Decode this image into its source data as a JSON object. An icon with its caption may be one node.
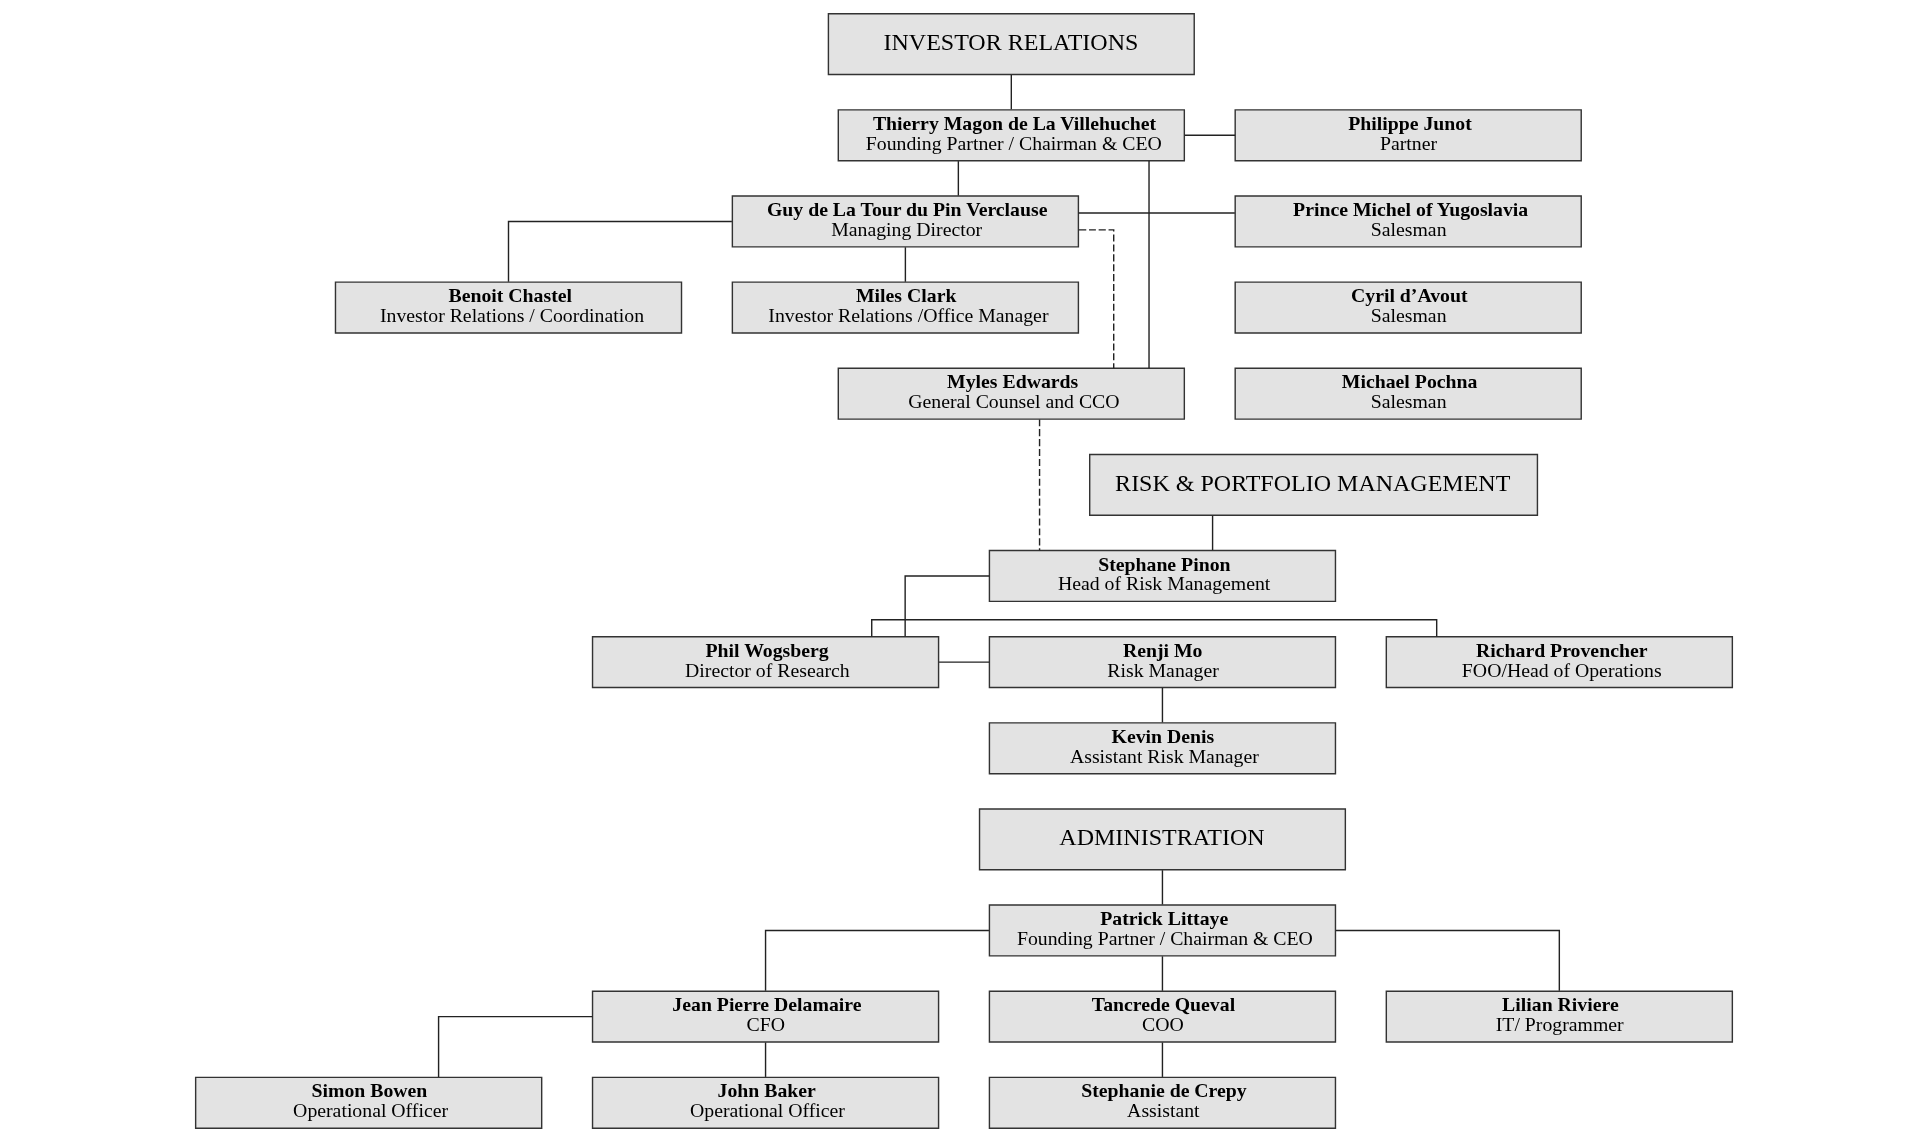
{
  "diagram": {
    "nodes": [
      {
        "text": [
          "INVESTOR RELATIONS"
        ]
      },
      {
        "text": [
          "Thierry Magon de La Villehuchet",
          "Founding Partner / Chairman & CEO"
        ]
      },
      {
        "text": [
          "Philippe Junot",
          "Partner"
        ]
      },
      {
        "text": [
          "Guy de La Tour du Pin Verclause",
          "Managing Director"
        ]
      },
      {
        "text": [
          "Prince Michel of Yugoslavia",
          "Salesman"
        ]
      },
      {
        "text": [
          "Cyril d’Avout",
          "Salesman"
        ]
      },
      {
        "text": [
          "Benoit Chastel",
          "Investor Relations / Coordination"
        ]
      },
      {
        "text": [
          "Miles Clark",
          "Investor Relations /Office Manager"
        ]
      },
      {
        "text": [
          "Myles Edwards",
          "General Counsel and CCO"
        ]
      },
      {
        "text": [
          "Michael Pochna",
          "Salesman"
        ]
      },
      {
        "text": [
          "RISK & PORTFOLIO MANAGEMENT"
        ]
      },
      {
        "text": [
          "Stephane Pinon",
          "Head of Risk Management"
        ]
      },
      {
        "text": [
          "Richard Provencher",
          "FOO/Head of Operations"
        ]
      },
      {
        "text": [
          "Phil Wogsberg",
          "Director of Research"
        ]
      },
      {
        "text": [
          "Renji Mo",
          "Risk Manager"
        ]
      },
      {
        "text": [
          "Kevin Denis",
          "Assistant Risk Manager"
        ]
      },
      {
        "text": [
          "ADMINISTRATION"
        ]
      },
      {
        "text": [
          "Patrick Littaye",
          "Founding Partner / Chairman & CEO"
        ]
      },
      {
        "text": [
          "Jean Pierre Delamaire",
          "CFO"
        ]
      },
      {
        "text": [
          "Tancrede Queval",
          "COO"
        ]
      },
      {
        "text": [
          "Lilian Riviere",
          "IT/ Programmer"
        ]
      },
      {
        "text": [
          "John Baker",
          "Operational Officer"
        ]
      },
      {
        "text": [
          "Simon Bowen",
          "Operational Officer"
        ]
      },
      {
        "text": [
          "Stephanie de Crepy",
          "Assistant"
        ]
      }
    ],
    "edges": [
      {
        "from": 0,
        "to": 1,
        "arrow": "none"
      },
      {
        "from": 1,
        "to": 2,
        "arrow": "none"
      },
      {
        "from": 1,
        "to": 3,
        "arrow": "none"
      },
      {
        "from": 1,
        "to": 8,
        "arrow": "none"
      },
      {
        "from": 3,
        "to": 4,
        "arrow": "none"
      },
      {
        "from": 3,
        "to": 8,
        "arrow": "none",
        "style": "dashed"
      },
      {
        "from": 3,
        "to": 6,
        "arrow": "none"
      },
      {
        "from": 3,
        "to": 7,
        "arrow": "none"
      },
      {
        "from": 10,
        "to": 11,
        "arrow": "none"
      },
      {
        "from": 8,
        "to": 11,
        "arrow": "none",
        "style": "dashed"
      },
      {
        "from": 11,
        "to": 13,
        "arrow": "none"
      },
      {
        "from": 13,
        "to": 12,
        "arrow": "none"
      },
      {
        "from": 13,
        "to": 14,
        "arrow": "none"
      },
      {
        "from": 14,
        "to": 15,
        "arrow": "none"
      },
      {
        "from": 16,
        "to": 17,
        "arrow": "none"
      },
      {
        "from": 17,
        "to": 18,
        "arrow": "none"
      },
      {
        "from": 17,
        "to": 19,
        "arrow": "none"
      },
      {
        "from": 17,
        "to": 20,
        "arrow": "none"
      },
      {
        "from": 18,
        "to": 21,
        "arrow": "none"
      },
      {
        "from": 18,
        "to": 22,
        "arrow": "none"
      },
      {
        "from": 19,
        "to": 23,
        "arrow": "none"
      }
    ]
  }
}
